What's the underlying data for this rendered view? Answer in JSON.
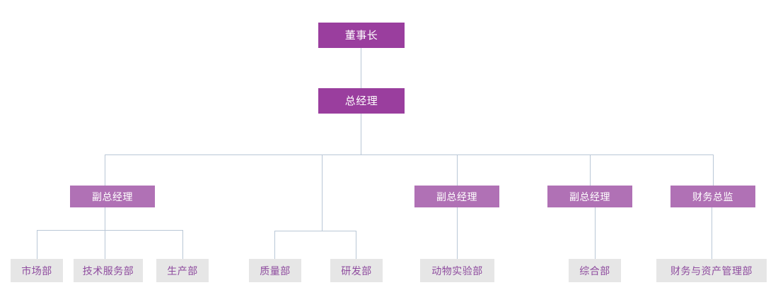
{
  "chart": {
    "type": "org-chart",
    "title": "",
    "line_color": "#b9c7d6",
    "colors": {
      "executive_bg": "#9a3e9e",
      "executive_text": "#ffffff",
      "vp_bg": "#b071b5",
      "vp_text": "#ffffff",
      "department_bg": "#e6e6e6",
      "department_text": "#8e4b9e"
    },
    "levels": [
      {
        "level": 1,
        "nodes": [
          {
            "id": "chairman",
            "label": "董事长",
            "style": "executive"
          }
        ]
      },
      {
        "level": 2,
        "nodes": [
          {
            "id": "general-manager",
            "label": "总经理",
            "style": "executive"
          }
        ]
      },
      {
        "level": 3,
        "nodes": [
          {
            "id": "vp-1",
            "label": "副总经理",
            "style": "vp"
          },
          {
            "id": "vp-2",
            "label": "副总经理",
            "style": "vp"
          },
          {
            "id": "vp-3",
            "label": "副总经理",
            "style": "vp"
          },
          {
            "id": "cfo",
            "label": "财务总监",
            "style": "vp"
          }
        ]
      },
      {
        "level": 4,
        "nodes": [
          {
            "id": "dept-market",
            "label": "市场部",
            "style": "department"
          },
          {
            "id": "dept-tech-service",
            "label": "技术服务部",
            "style": "department"
          },
          {
            "id": "dept-production",
            "label": "生产部",
            "style": "department"
          },
          {
            "id": "dept-quality",
            "label": "质量部",
            "style": "department"
          },
          {
            "id": "dept-rnd",
            "label": "研发部",
            "style": "department"
          },
          {
            "id": "dept-animal-lab",
            "label": "动物实验部",
            "style": "department"
          },
          {
            "id": "dept-general-affairs",
            "label": "综合部",
            "style": "department"
          },
          {
            "id": "dept-finance-asset",
            "label": "财务与资产管理部",
            "style": "department"
          }
        ]
      }
    ],
    "edges": [
      {
        "from": "chairman",
        "to": "general-manager"
      },
      {
        "from": "general-manager",
        "to": "vp-1"
      },
      {
        "from": "general-manager",
        "to": "branch-quality-rnd"
      },
      {
        "from": "general-manager",
        "to": "vp-2"
      },
      {
        "from": "general-manager",
        "to": "vp-3"
      },
      {
        "from": "general-manager",
        "to": "cfo"
      },
      {
        "from": "vp-1",
        "to": "dept-market"
      },
      {
        "from": "vp-1",
        "to": "dept-tech-service"
      },
      {
        "from": "vp-1",
        "to": "dept-production"
      },
      {
        "from": "branch-quality-rnd",
        "to": "dept-quality"
      },
      {
        "from": "branch-quality-rnd",
        "to": "dept-rnd"
      },
      {
        "from": "vp-2",
        "to": "dept-animal-lab"
      },
      {
        "from": "vp-3",
        "to": "dept-general-affairs"
      },
      {
        "from": "cfo",
        "to": "dept-finance-asset"
      }
    ]
  }
}
